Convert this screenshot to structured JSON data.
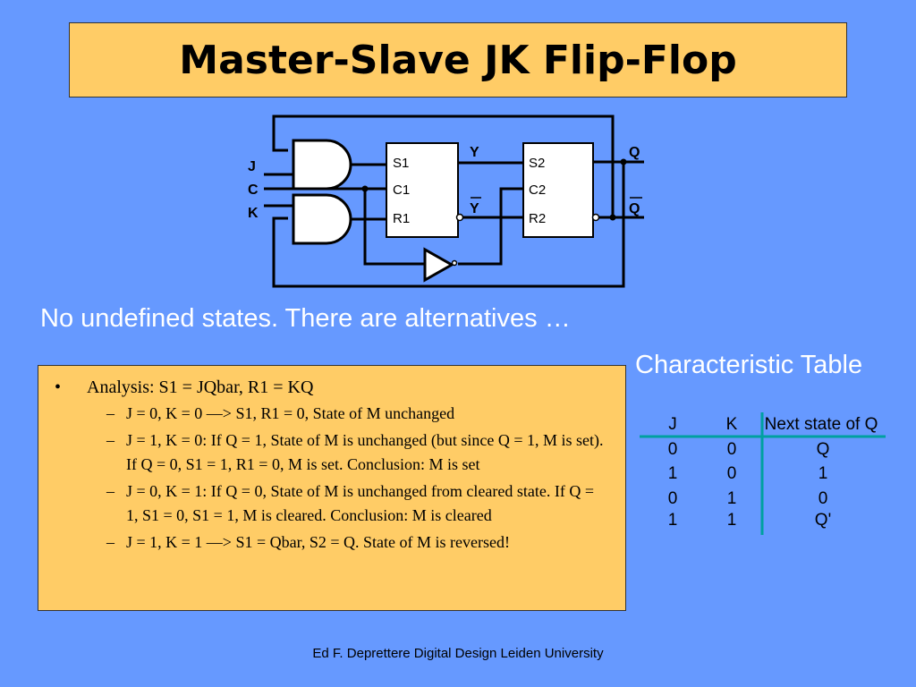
{
  "title": "Master-Slave JK Flip-Flop",
  "circuit": {
    "inputs": [
      "J",
      "C",
      "K"
    ],
    "master": {
      "s": "S1",
      "c": "C1",
      "r": "R1"
    },
    "slave": {
      "s": "S2",
      "c": "C2",
      "r": "R2"
    },
    "y": "Y",
    "ybar": "Y",
    "q": "Q",
    "qbar": "Q"
  },
  "intro_text": "No undefined states.  There are alternatives …",
  "analysis": {
    "heading": "Analysis:  S1 = JQbar, R1 = KQ",
    "items": [
      "J = 0, K = 0 —> S1, R1 = 0, State of M unchanged",
      "J = 1, K = 0: If Q = 1, State of M is unchanged (but since Q = 1, M is set). If Q = 0, S1 = 1, R1 = 0, M is set. Conclusion: M is set",
      "J = 0, K = 1: If Q = 0, State of M is unchanged from cleared state. If Q = 1, S1 = 0, S1 = 1, M is cleared. Conclusion: M is cleared",
      "J = 1, K = 1 —> S1 = Qbar, S2 = Q. State of M is reversed!"
    ]
  },
  "characteristic_table": {
    "title": "Characteristic Table",
    "headers": [
      "J",
      "K",
      "Next state of Q"
    ],
    "rows": [
      [
        "0",
        "0",
        "Q"
      ],
      [
        "1",
        "0",
        "1"
      ],
      [
        "0",
        "1",
        "0"
      ],
      [
        "1",
        "1",
        "Q'"
      ]
    ]
  },
  "footer": "Ed F. Deprettere  Digital Design  Leiden University"
}
